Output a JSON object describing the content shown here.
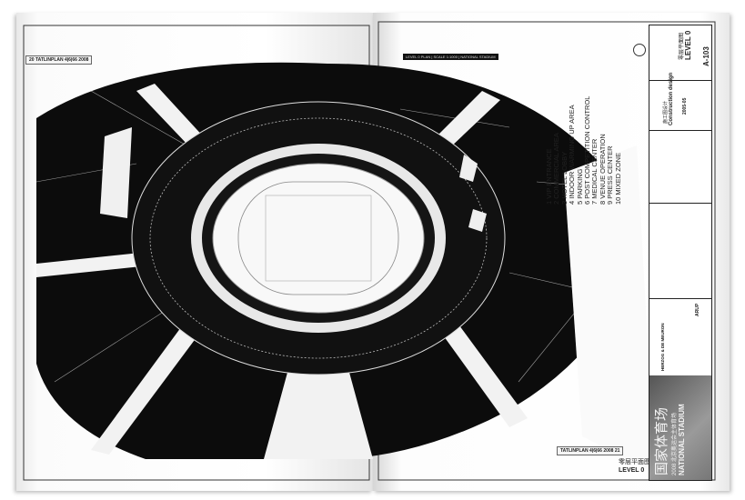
{
  "left_page": {
    "label": "20  TATLINPLAN 4|6|66 2008"
  },
  "right_page": {
    "scale_label": "LEVEL 0 PLAN | SCALE 1:1000 | NATIONAL STADIUM",
    "bottom_label": "TATLINPLAN 4|6|66 2008  21",
    "caption_cn": "零层平面图",
    "caption_en": "LEVEL 0"
  },
  "legend": [
    "1 VIP ENTRANCE",
    "2 COMMERCIAL AREA",
    "3 HOTEL LOBBY",
    "4 INDOOR WARMING UP AREA",
    "5 PARKING",
    "6 POST COMPETITION CONTROL",
    "7 MEDICAL CENTER",
    "8 VENUE OPERATION",
    "9 PRESS CENTER",
    "10 MIXED ZONE"
  ],
  "title_block": {
    "sheet_cn": "零层平面图",
    "sheet_en": "LEVEL 0",
    "sheet_no": "A-103",
    "phase_cn": "施工图设计",
    "phase_en": "Construction design",
    "date": "2005-05",
    "architect": "HERZOG & DE MEURON",
    "engineer": "ARUP",
    "project_cn": "国家体育场",
    "project_sub": "2008 北京奥运会主体育场",
    "project_en": "NATIONAL STADIUM"
  }
}
